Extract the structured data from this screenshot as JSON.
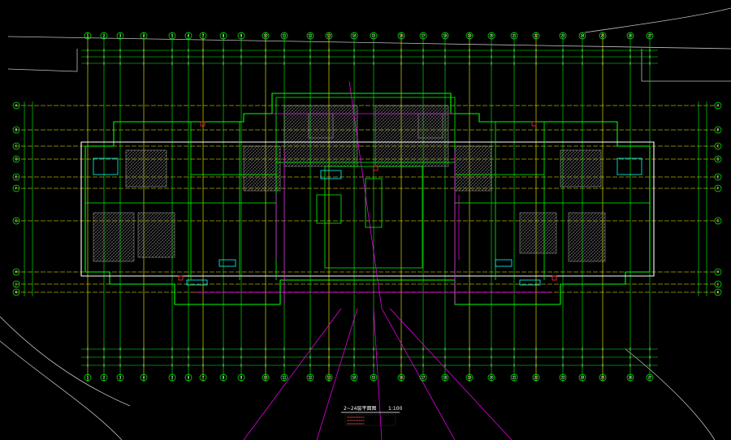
{
  "drawing": {
    "caption": "2~24层平面图",
    "scale": "1:100",
    "colors": {
      "background": "#000000",
      "wall": "#00ff00",
      "axis": "#ffff00",
      "dimension": "#ffffff",
      "magenta": "#ff00ff",
      "cyan": "#00ffff",
      "red": "#ff3030",
      "hatch": "#b0b0b0"
    },
    "legend": [
      {
        "text": "XXXXXXXXXXXX"
      },
      {
        "text": "XXXXXXXXXXXX"
      },
      {
        "text": "XXXXXXXXXXXX"
      }
    ],
    "axis_labels_top": [
      "1",
      "2",
      "3",
      "4",
      "5",
      "6",
      "7",
      "8",
      "9",
      "10",
      "11",
      "12",
      "13",
      "14",
      "15",
      "16",
      "17",
      "18",
      "19",
      "20",
      "21",
      "22",
      "23",
      "24",
      "25",
      "26",
      "27"
    ],
    "axis_labels_left": [
      "A",
      "B",
      "C",
      "D",
      "E",
      "F",
      "G",
      "H",
      "J",
      "K"
    ]
  }
}
